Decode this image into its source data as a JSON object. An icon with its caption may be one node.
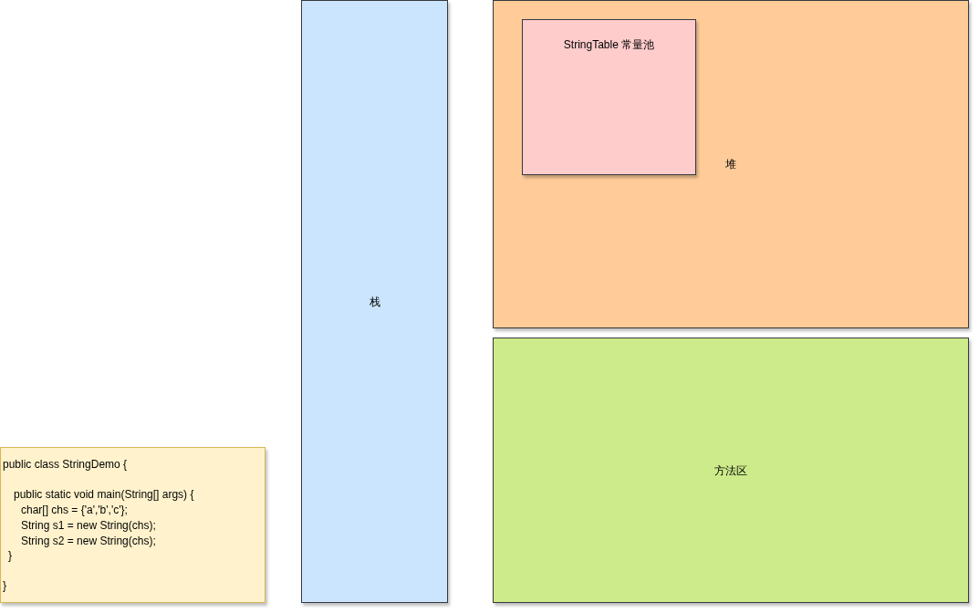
{
  "diagram": {
    "nodes": [
      {
        "text": [
          "栈"
        ]
      },
      {
        "text": [
          "堆"
        ]
      },
      {
        "text": [
          "StringTable 常量池"
        ],
        "in": 1
      },
      {
        "text": [
          "方法区"
        ]
      },
      {
        "text": [
          "public class StringDemo {",
          "public static void main(String[] args) {",
          "char[] chs = {'a','b','c'};",
          "String s1 = new String(chs);",
          "String s2 = new String(chs);",
          "}",
          "}"
        ]
      }
    ]
  }
}
